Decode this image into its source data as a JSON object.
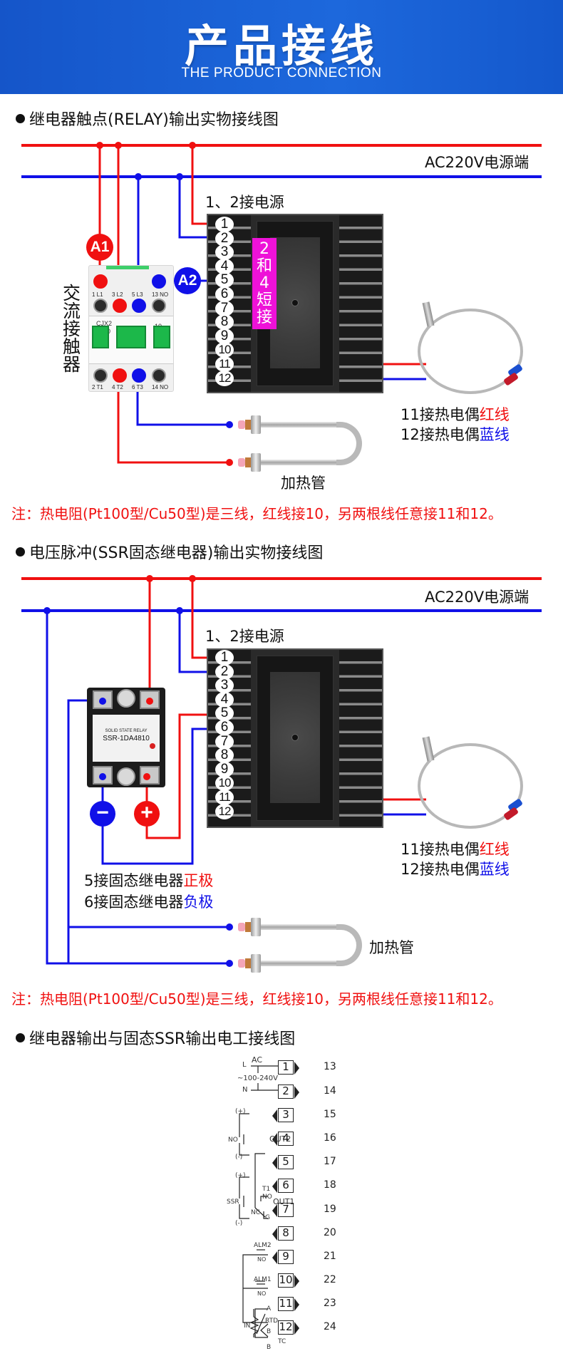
{
  "header": {
    "title": "产品接线",
    "subtitle": "THE PRODUCT CONNECTION"
  },
  "colors": {
    "banner_blue": "#1a62d6",
    "live_wire_red": "#f01010",
    "neutral_wire_blue": "#1010e8",
    "short_tag_magenta": "#ee12d8"
  },
  "section1": {
    "title": "继电器触点(RELAY)输出实物接线图",
    "power_label": "AC220V电源端",
    "power_terminals_label": "1、2接电源",
    "contactor_label": "交流接触器",
    "contactor_model": [
      "CJX2",
      "1210"
    ],
    "contactor_top_terminals": [
      "1 L1",
      "3 L2",
      "5 L3",
      "13 NO"
    ],
    "contactor_bottom_terminals": [
      "2 T1",
      "4 T2",
      "6 T3",
      "14 NO"
    ],
    "contactor_aux": "10",
    "badge_a1": "A1",
    "badge_a2": "A2",
    "short_note": [
      "2",
      "和",
      "4",
      "短",
      "接"
    ],
    "terminals": [
      "1",
      "2",
      "3",
      "4",
      "5",
      "6",
      "7",
      "8",
      "9",
      "10",
      "11",
      "12"
    ],
    "thermocouple_lines": [
      {
        "prefix": "11接热电偶",
        "color_word": "红线"
      },
      {
        "prefix": "12接热电偶",
        "color_word": "蓝线"
      }
    ],
    "heater_label": "加热管",
    "note": "注：热电阻(Pt100型/Cu50型)是三线，红线接10，另两根线任意接11和12。"
  },
  "section2": {
    "title": "电压脉冲(SSR固态继电器)输出实物接线图",
    "power_label": "AC220V电源端",
    "power_terminals_label": "1、2接电源",
    "ssr_brand": "SOLID STATE RELAY",
    "ssr_model": "SSR-1DA4810",
    "minus_symbol": "−",
    "plus_symbol": "+",
    "terminals": [
      "1",
      "2",
      "3",
      "4",
      "5",
      "6",
      "7",
      "8",
      "9",
      "10",
      "11",
      "12"
    ],
    "ssr_lines": [
      {
        "prefix": "5接固态继电器",
        "color_word": "正极"
      },
      {
        "prefix": "6接固态继电器",
        "color_word": "负极"
      }
    ],
    "thermocouple_lines": [
      {
        "prefix": "11接热电偶",
        "color_word": "红线"
      },
      {
        "prefix": "12接热电偶",
        "color_word": "蓝线"
      }
    ],
    "heater_label": "加热管",
    "note": "注：热电阻(Pt100型/Cu50型)是三线，红线接10，另两根线任意接11和12。"
  },
  "section3": {
    "title": "继电器输出与固态SSR输出电工接线图",
    "power": {
      "L": "L",
      "N": "N",
      "AC": "AC",
      "voltage": "~100-240V"
    },
    "rows": [
      {
        "box": "1",
        "num": "13"
      },
      {
        "box": "2",
        "num": "14"
      },
      {
        "box": "3",
        "num": "15"
      },
      {
        "box": "4",
        "num": "16"
      },
      {
        "box": "5",
        "num": "17"
      },
      {
        "box": "6",
        "num": "18"
      },
      {
        "box": "7",
        "num": "19"
      },
      {
        "box": "8",
        "num": "20"
      },
      {
        "box": "9",
        "num": "21"
      },
      {
        "box": "10",
        "num": "22"
      },
      {
        "box": "11",
        "num": "23"
      },
      {
        "box": "12",
        "num": "24"
      }
    ],
    "labels": {
      "out2": "OUT2",
      "out1": "OUT1",
      "no": "NO",
      "nc": "NC",
      "ssr": "SSR",
      "plus": "(+)",
      "minus": "(-)",
      "t1": "T1",
      "g": "G",
      "alm2": "ALM2",
      "alm1": "ALM1",
      "a": "A",
      "b": "B",
      "rtd": "RTD",
      "tc": "TC",
      "in": "IN"
    }
  }
}
